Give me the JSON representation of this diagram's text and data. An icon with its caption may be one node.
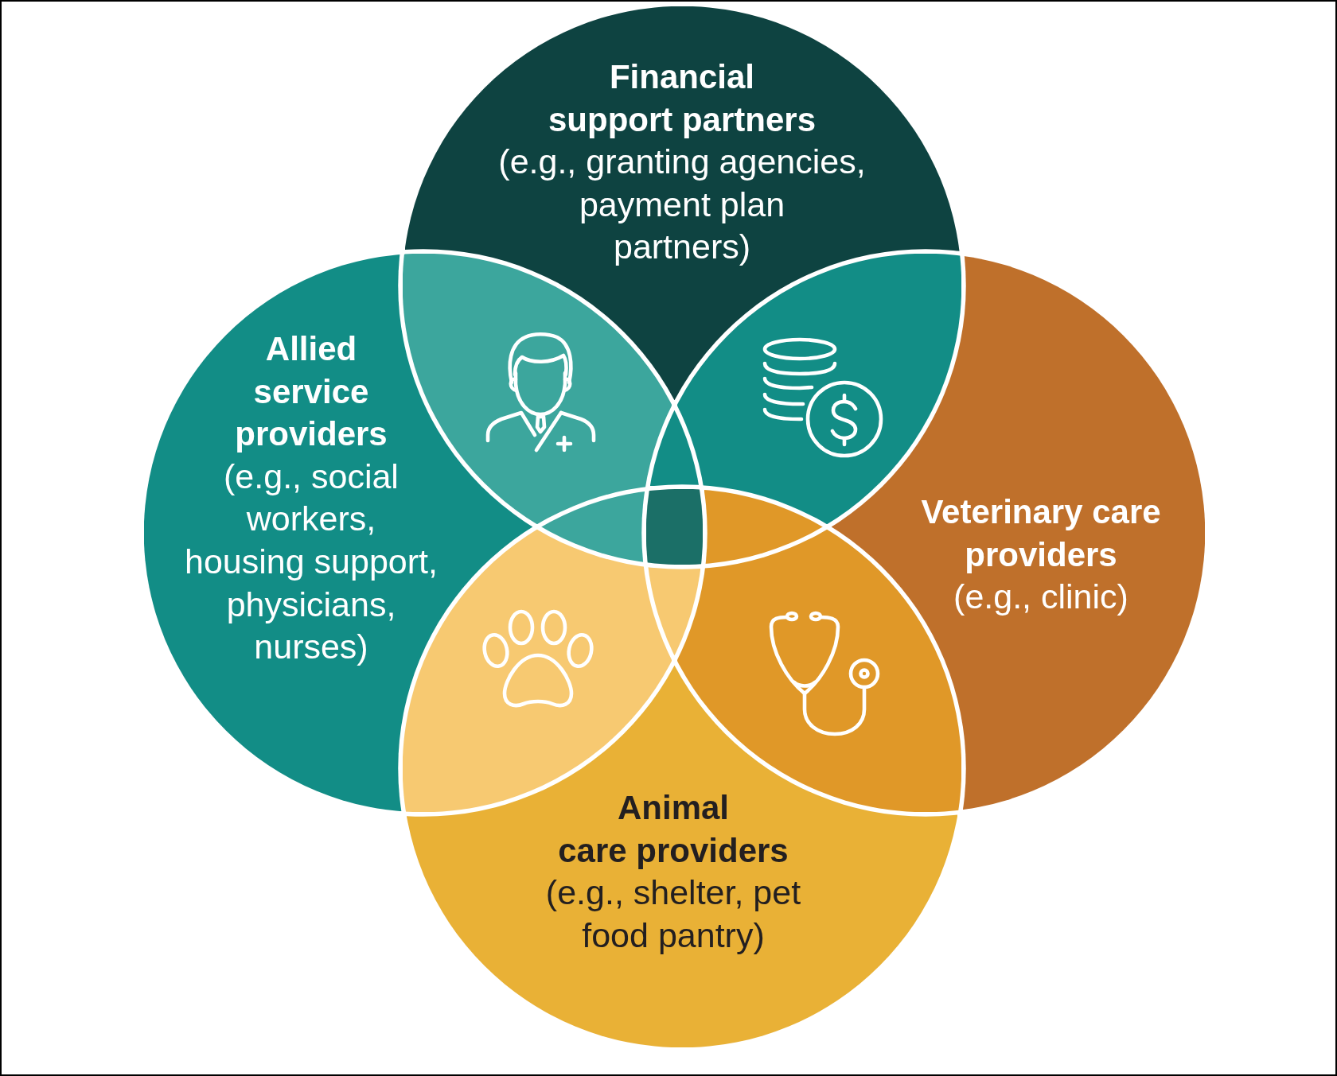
{
  "diagram": {
    "nodes": [
      {
        "text": [
          "Financial support partners",
          "(e.g., granting agencies, payment plan partners)"
        ]
      },
      {
        "text": [
          "Allied service providers",
          "(e.g., social workers, housing support, physicians, nurses)"
        ]
      },
      {
        "text": [
          "Veterinary care providers",
          "(e.g., clinic)"
        ]
      },
      {
        "text": [
          "Animal care providers",
          "(e.g., shelter, pet food pantry)"
        ]
      }
    ]
  }
}
